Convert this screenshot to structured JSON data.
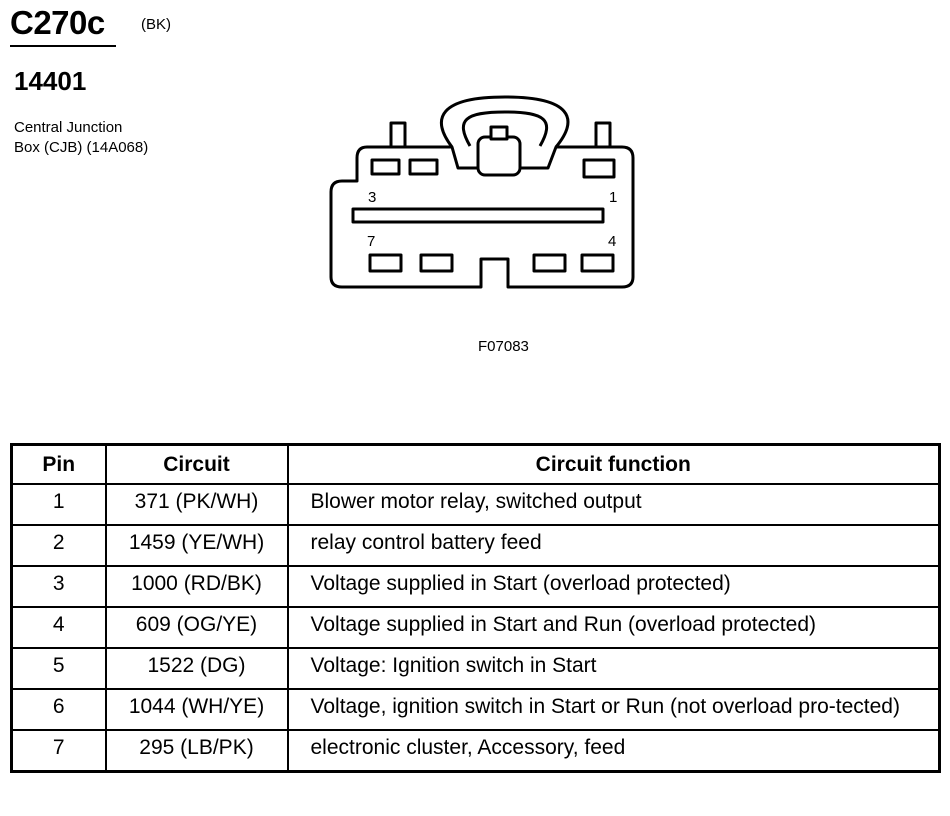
{
  "connector": {
    "id": "C270c",
    "color_code": "(BK)",
    "part_number": "14401",
    "description_lines": [
      "Central Junction",
      "Box (CJB) (14A068)"
    ],
    "figure_code": "F07083",
    "pin_labels": {
      "top_left": "3",
      "top_right": "1",
      "bottom_left": "7",
      "bottom_right": "4"
    }
  },
  "table": {
    "headers": {
      "pin": "Pin",
      "circuit": "Circuit",
      "function": "Circuit function"
    },
    "rows": [
      {
        "pin": "1",
        "circuit": "371 (PK/WH)",
        "function": "Blower motor relay, switched output"
      },
      {
        "pin": "2",
        "circuit": "1459 (YE/WH)",
        "function": "relay control battery feed"
      },
      {
        "pin": "3",
        "circuit": "1000 (RD/BK)",
        "function": "Voltage supplied in Start (overload protected)"
      },
      {
        "pin": "4",
        "circuit": "609 (OG/YE)",
        "function": "Voltage supplied in Start and Run (overload protected)"
      },
      {
        "pin": "5",
        "circuit": "1522 (DG)",
        "function": "Voltage: Ignition switch in Start"
      },
      {
        "pin": "6",
        "circuit": "1044 (WH/YE)",
        "function": "Voltage, ignition switch in Start or Run (not overload pro-tected)"
      },
      {
        "pin": "7",
        "circuit": "295 (LB/PK)",
        "function": "electronic cluster, Accessory, feed"
      }
    ]
  }
}
